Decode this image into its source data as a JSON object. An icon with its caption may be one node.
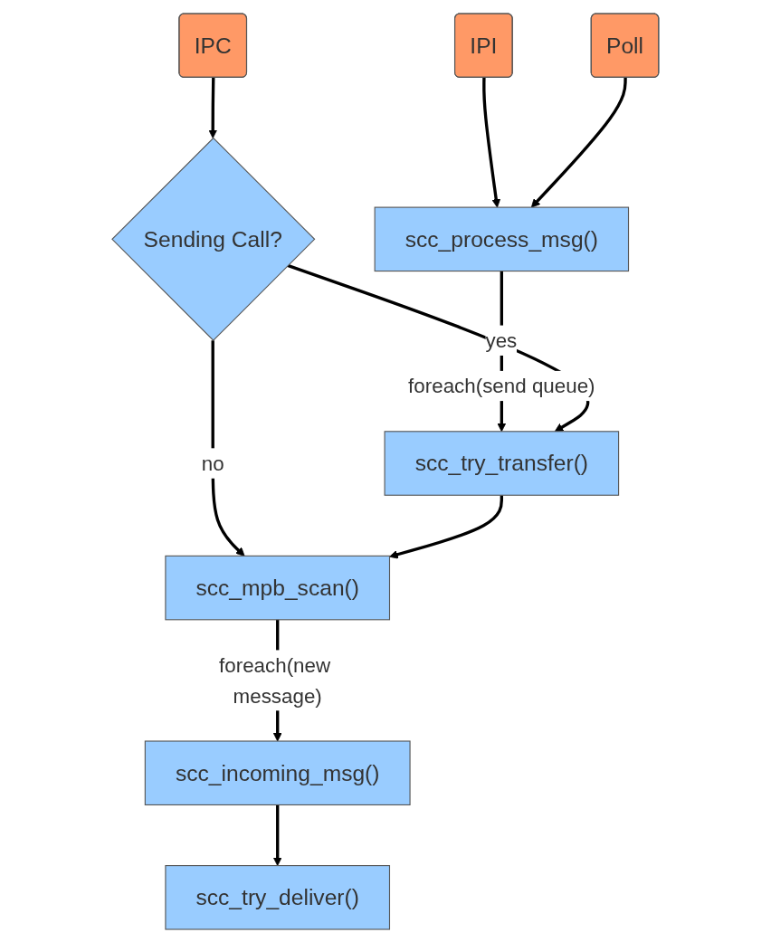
{
  "diagram": {
    "nodes": [
      {
        "text": [
          "IPC"
        ]
      },
      {
        "text": [
          "IPI"
        ]
      },
      {
        "text": [
          "Poll"
        ]
      },
      {
        "text": [
          "Sending Call?"
        ]
      },
      {
        "text": [
          "scc_process_msg()"
        ]
      },
      {
        "text": [
          "scc_try_transfer()"
        ]
      },
      {
        "text": [
          "scc_mpb_scan()"
        ]
      },
      {
        "text": [
          "scc_incoming_msg()"
        ]
      },
      {
        "text": [
          "scc_try_deliver()"
        ]
      }
    ],
    "edges": [
      {
        "from": 0,
        "to": 3,
        "arrow": "to"
      },
      {
        "from": 1,
        "to": 4,
        "arrow": "to"
      },
      {
        "from": 2,
        "to": 4,
        "arrow": "to"
      },
      {
        "from": 4,
        "to": 5,
        "label": "foreach(send queue)",
        "arrow": "to"
      },
      {
        "from": 3,
        "to": 5,
        "label": "yes",
        "arrow": "to"
      },
      {
        "from": 3,
        "to": 6,
        "label": "no",
        "arrow": "to"
      },
      {
        "from": 5,
        "to": 6,
        "arrow": "to"
      },
      {
        "from": 6,
        "to": 7,
        "label": "foreach(new message)",
        "arrow": "to"
      },
      {
        "from": 7,
        "to": 8,
        "arrow": "to"
      }
    ]
  }
}
